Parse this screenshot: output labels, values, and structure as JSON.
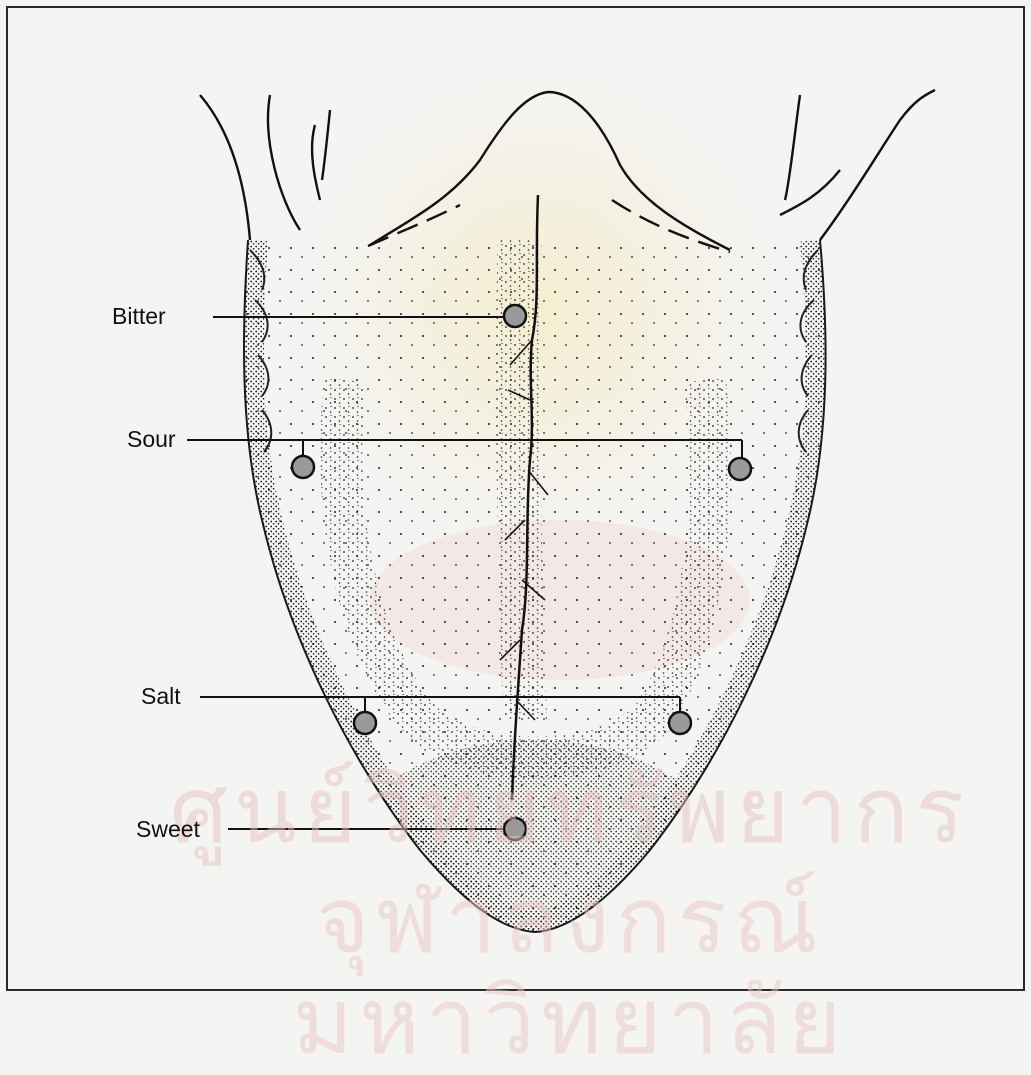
{
  "labels": {
    "bitter": "Bitter",
    "sour": "Sour",
    "salt": "Salt",
    "sweet": "Sweet"
  },
  "watermark": {
    "line1": "ศูนย์วิทยทรัพยากร",
    "line2": "จุฬาลงกรณ์มหาวิทยาลัย"
  },
  "colors": {
    "ink": "#111111",
    "paper": "#f4f4f2",
    "watermark": "#e7c2c6"
  }
}
